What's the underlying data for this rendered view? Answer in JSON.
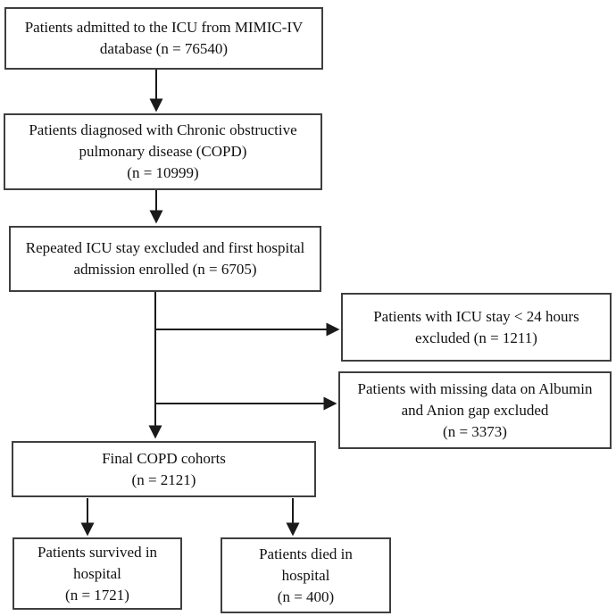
{
  "colors": {
    "background": "#ffffff",
    "box_border": "#3f3f3f",
    "arrow": "#1a1a1a",
    "text": "#111111"
  },
  "flow": {
    "nodes": [
      {
        "id": "icu-admissions",
        "n": 76540,
        "lines": [
          "Patients admitted to the ICU from MIMIC-IV",
          "database (n = 76540)"
        ]
      },
      {
        "id": "copd-diagnosed",
        "n": 10999,
        "lines": [
          "Patients diagnosed with Chronic obstructive",
          "pulmonary disease (COPD)",
          "(n = 10999)"
        ]
      },
      {
        "id": "first-admission",
        "n": 6705,
        "lines": [
          "Repeated ICU stay excluded and first hospital",
          "admission enrolled (n = 6705)"
        ]
      },
      {
        "id": "icu-stay-excluded",
        "n": 1211,
        "lines": [
          "Patients with ICU stay < 24 hours",
          "excluded (n = 1211)"
        ]
      },
      {
        "id": "missing-data-excluded",
        "n": 3373,
        "lines": [
          "Patients with missing data on Albumin",
          "and Anion gap excluded",
          "(n = 3373)"
        ]
      },
      {
        "id": "final-cohort",
        "n": 2121,
        "lines": [
          "Final COPD cohorts",
          "(n = 2121)"
        ]
      },
      {
        "id": "survived-in-hospital",
        "n": 1721,
        "lines": [
          "Patients survived in",
          "hospital",
          "(n = 1721)"
        ]
      },
      {
        "id": "died-in-hospital",
        "n": 400,
        "lines": [
          "Patients died in",
          "hospital",
          "(n = 400)"
        ]
      }
    ]
  }
}
